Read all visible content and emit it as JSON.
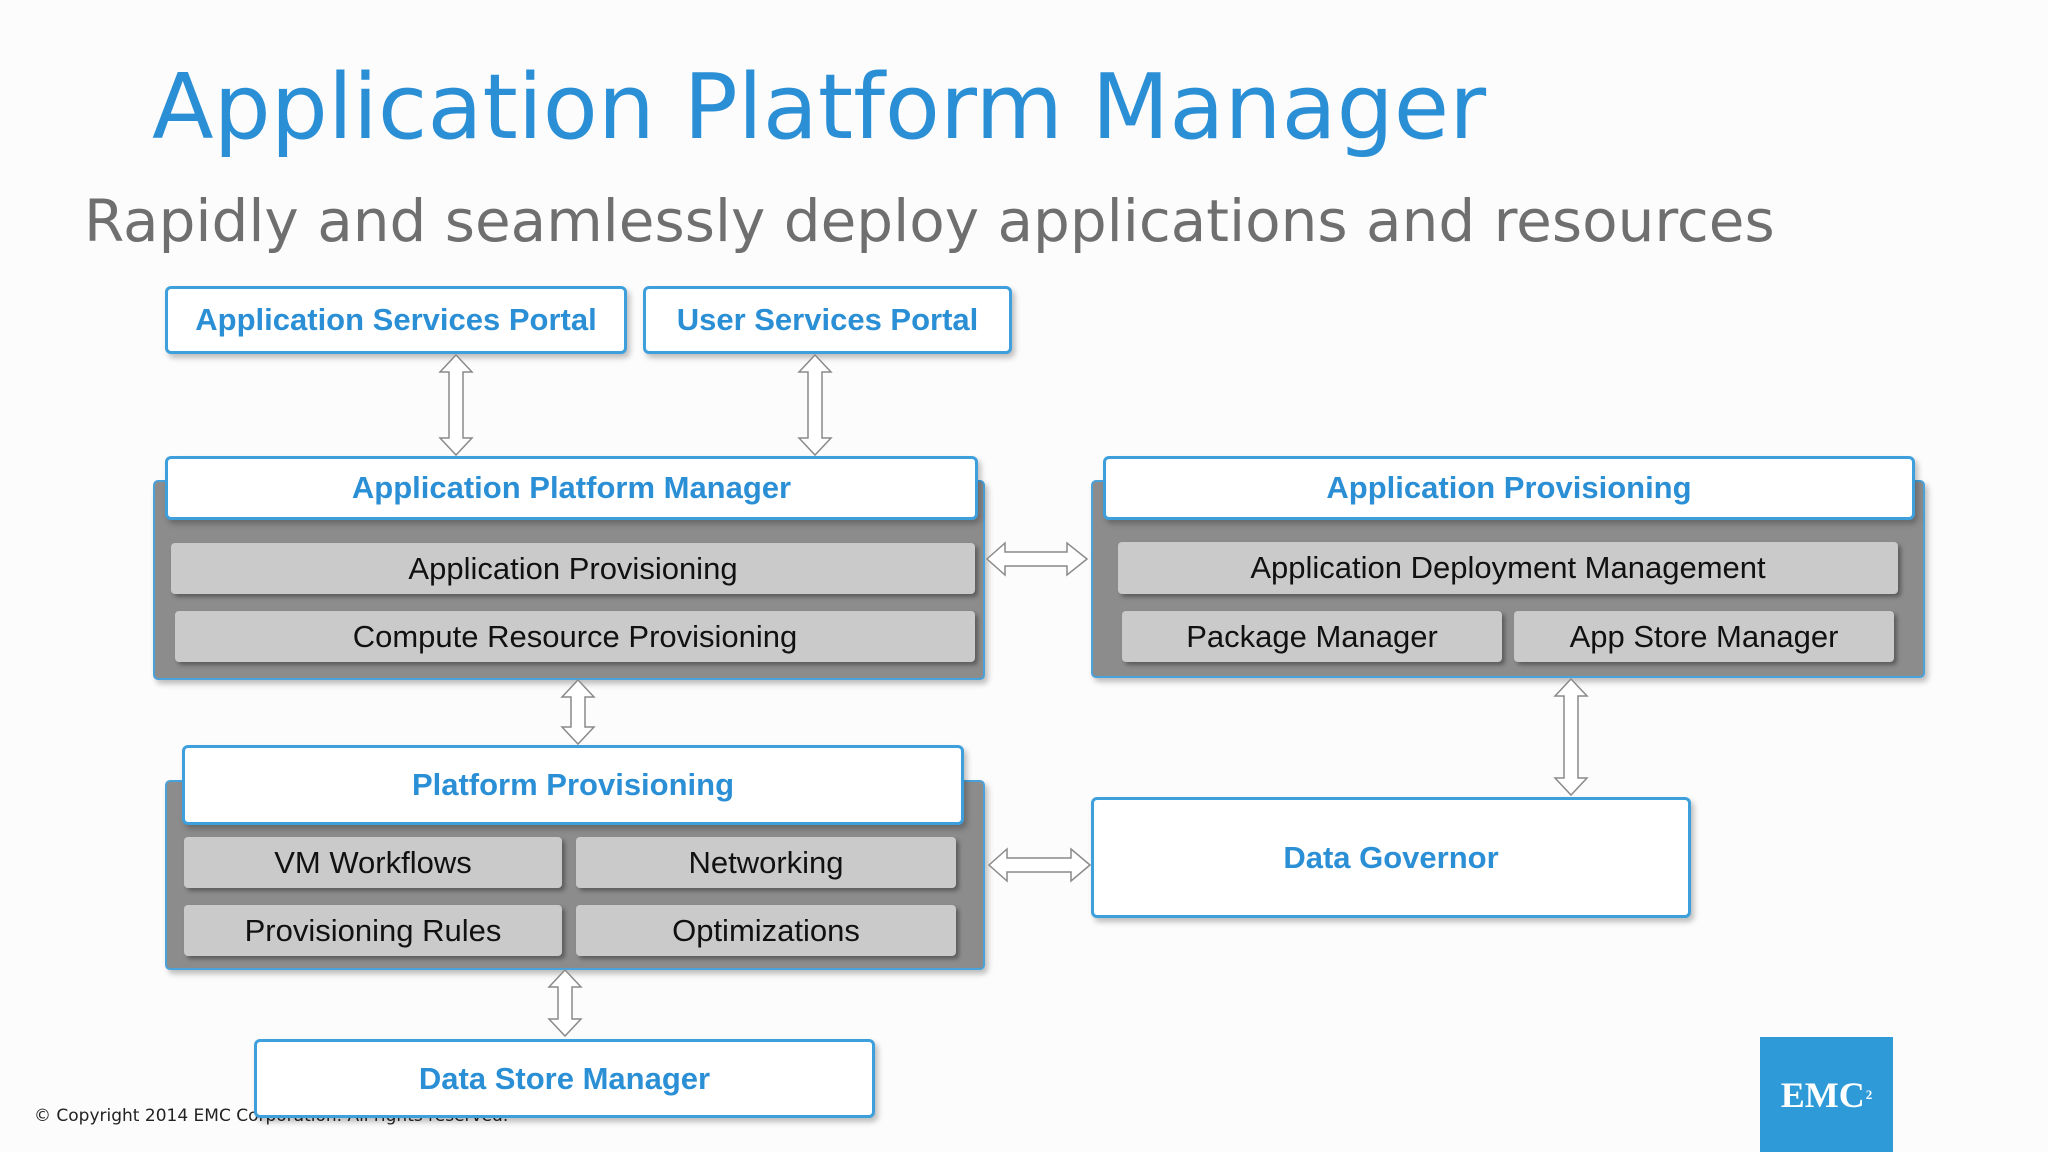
{
  "title": "Application Platform Manager",
  "subtitle": "Rapidly and seamlessly deploy applications and resources",
  "portals": {
    "app_services": "Application Services Portal",
    "user_services": "User Services Portal"
  },
  "apm": {
    "header": "Application Platform Manager",
    "items": [
      "Application Provisioning",
      "Compute Resource Provisioning"
    ]
  },
  "app_prov": {
    "header": "Application Provisioning",
    "top": "Application Deployment Management",
    "items": [
      "Package Manager",
      "App Store Manager"
    ]
  },
  "platform": {
    "header": "Platform Provisioning",
    "items": [
      "VM Workflows",
      "Networking",
      "Provisioning Rules",
      "Optimizations"
    ]
  },
  "data_governor": "Data Governor",
  "data_store": "Data Store Manager",
  "copyright": "© Copyright 2014 EMC Corporation. All rights reserved.",
  "logo": {
    "text": "EMC",
    "sup": "2"
  },
  "colors": {
    "accent": "#2b8fd6",
    "panel": "#8c8c8d",
    "item": "#cacacb"
  }
}
